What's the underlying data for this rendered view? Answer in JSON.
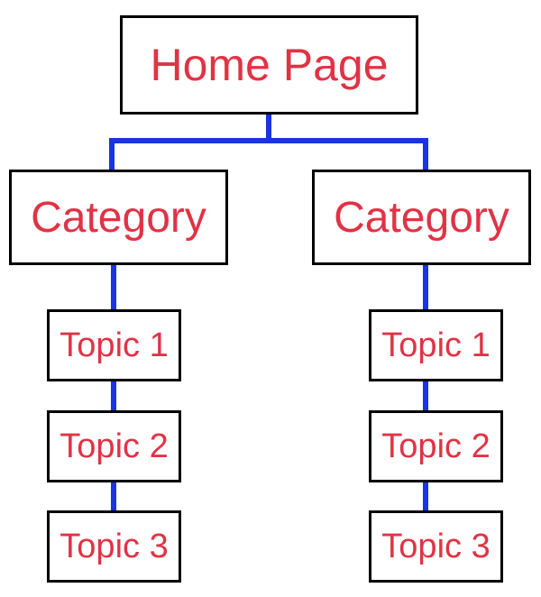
{
  "colors": {
    "connector": "#1a33e6",
    "node_border": "#000000",
    "node_text": "#e03345",
    "background": "#ffffff"
  },
  "root": {
    "label": "Home Page"
  },
  "categories": [
    {
      "label": "Category",
      "topics": [
        "Topic 1",
        "Topic 2",
        "Topic 3"
      ]
    },
    {
      "label": "Category",
      "topics": [
        "Topic 1",
        "Topic 2",
        "Topic 3"
      ]
    }
  ]
}
